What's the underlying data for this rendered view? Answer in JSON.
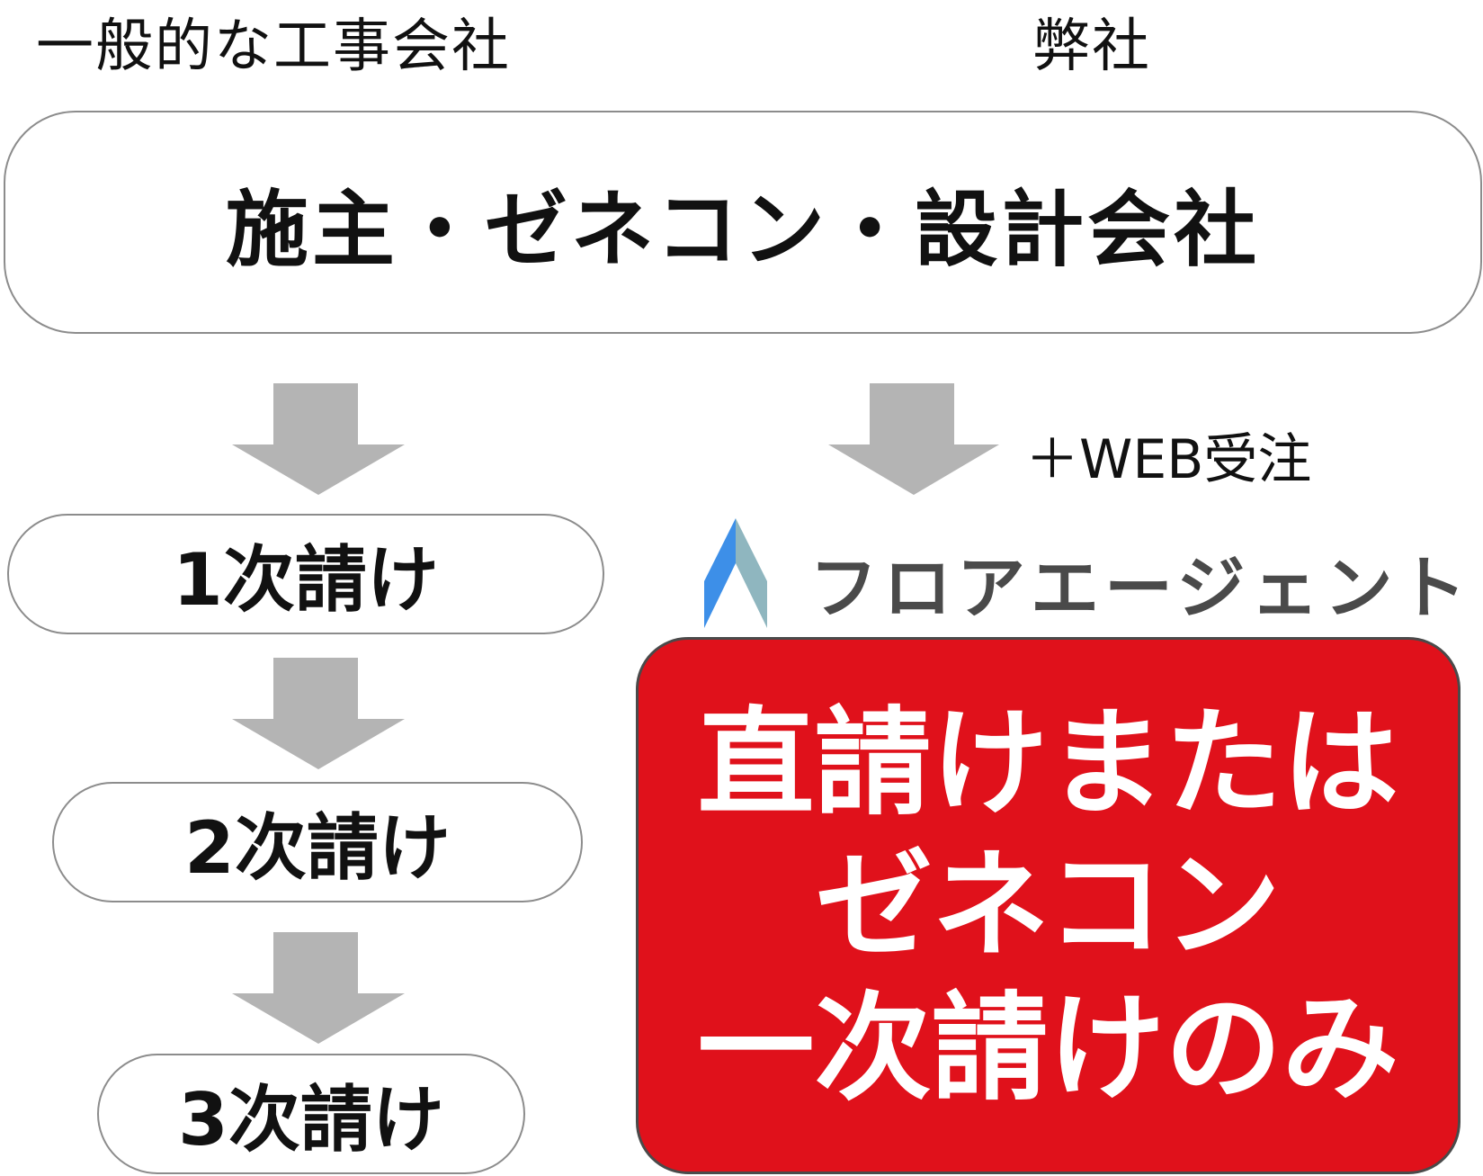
{
  "headers": {
    "left": "一般的な工事会社",
    "right": "弊社"
  },
  "top_box": {
    "text": "施主・ゼネコン・設計会社"
  },
  "left_chain": [
    {
      "text": "1次請け"
    },
    {
      "text": "2次請け"
    },
    {
      "text": "3次請け"
    }
  ],
  "right": {
    "web_note": "＋WEB受注",
    "brand_name": "フロアエージェント",
    "result_lines": [
      "直請けまたは",
      "ゼネコン",
      "一次請けのみ"
    ]
  },
  "colors": {
    "arrow": "#b4b4b4",
    "accent_red": "#e0111b",
    "border": "#8c8c8c"
  },
  "icons": {
    "logo": "blue-teal-peak-logo-icon",
    "arrow": "down-arrow-icon"
  }
}
